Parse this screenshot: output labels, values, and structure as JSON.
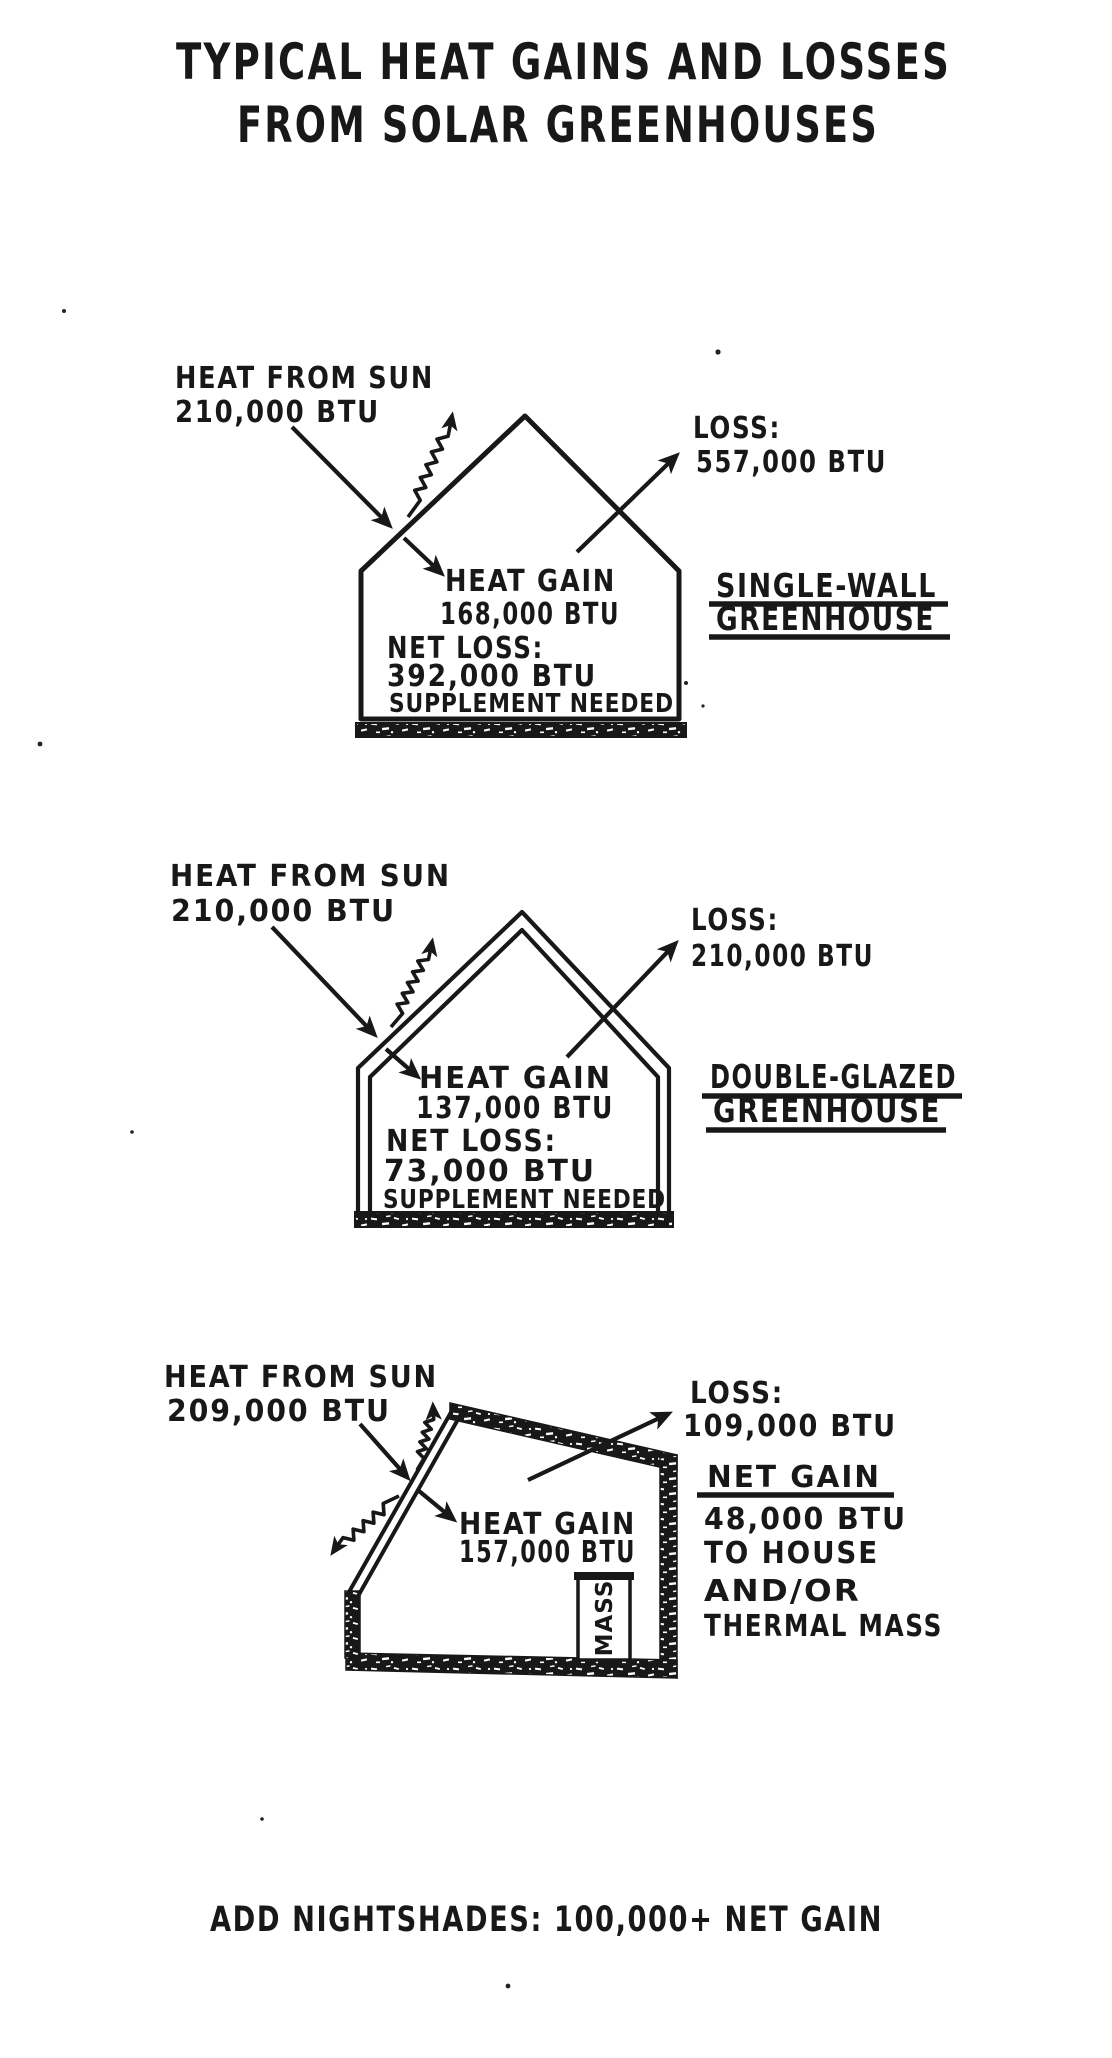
{
  "title": {
    "line1": "TYPICAL HEAT GAINS AND LOSSES",
    "line2": "FROM SOLAR GREENHOUSES"
  },
  "diagrams": [
    {
      "name_line1": "SINGLE-WALL",
      "name_line2": "GREENHOUSE",
      "sun_line1": "HEAT FROM SUN",
      "sun_line2": "210,000 BTU",
      "loss_line1": "LOSS:",
      "loss_line2": "557,000 BTU",
      "gain_line1": "HEAT GAIN",
      "gain_line2": "168,000 BTU",
      "net_line1": "NET LOSS:",
      "net_line2": "392,000 BTU",
      "net_line3": "SUPPLEMENT NEEDED"
    },
    {
      "name_line1": "DOUBLE-GLAZED",
      "name_line2": "GREENHOUSE",
      "sun_line1": "HEAT FROM SUN",
      "sun_line2": "210,000 BTU",
      "loss_line1": "LOSS:",
      "loss_line2": "210,000 BTU",
      "gain_line1": "HEAT GAIN",
      "gain_line2": "137,000 BTU",
      "net_line1": "NET LOSS:",
      "net_line2": "73,000 BTU",
      "net_line3": "SUPPLEMENT NEEDED"
    },
    {
      "sun_line1": "HEAT FROM SUN",
      "sun_line2": "209,000 BTU",
      "loss_line1": "LOSS:",
      "loss_line2": "109,000 BTU",
      "gain_line1": "HEAT GAIN",
      "gain_line2": "157,000 BTU",
      "net_line1": "NET GAIN",
      "net_line2": "48,000 BTU",
      "net_line3": "TO HOUSE",
      "net_line4": "AND/OR",
      "net_line5": "THERMAL MASS",
      "mass_label": "MASS"
    }
  ],
  "footer": "ADD NIGHTSHADES: 100,000+ NET GAIN",
  "colors": {
    "ink": "#181818",
    "paper": "#ffffff"
  }
}
